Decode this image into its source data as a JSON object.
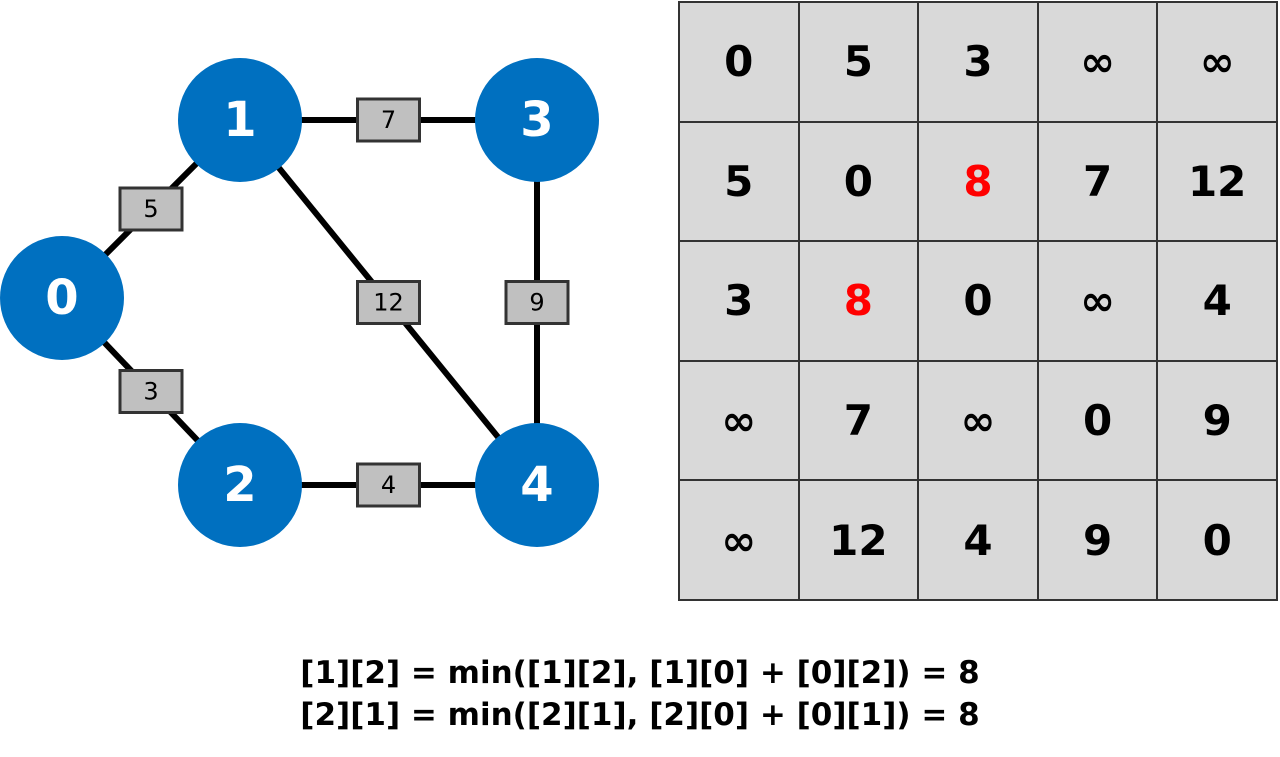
{
  "colors": {
    "node_fill": "#0070c0",
    "edge": "#000000",
    "weight_box_fill": "#c0c0c0",
    "cell_fill": "#d9d9d9",
    "highlight": "#ff0000"
  },
  "graph": {
    "nodes": [
      {
        "id": "0",
        "label": "0"
      },
      {
        "id": "1",
        "label": "1"
      },
      {
        "id": "2",
        "label": "2"
      },
      {
        "id": "3",
        "label": "3"
      },
      {
        "id": "4",
        "label": "4"
      }
    ],
    "edges": [
      {
        "from": "0",
        "to": "1",
        "weight": "5"
      },
      {
        "from": "0",
        "to": "2",
        "weight": "3"
      },
      {
        "from": "1",
        "to": "3",
        "weight": "7"
      },
      {
        "from": "1",
        "to": "4",
        "weight": "12"
      },
      {
        "from": "3",
        "to": "4",
        "weight": "9"
      },
      {
        "from": "2",
        "to": "4",
        "weight": "4"
      }
    ]
  },
  "matrix": {
    "rows": [
      [
        "0",
        "5",
        "3",
        "∞",
        "∞"
      ],
      [
        "5",
        "0",
        "8",
        "7",
        "12"
      ],
      [
        "3",
        "8",
        "0",
        "∞",
        "4"
      ],
      [
        "∞",
        "7",
        "∞",
        "0",
        "9"
      ],
      [
        "∞",
        "12",
        "4",
        "9",
        "0"
      ]
    ],
    "highlighted": [
      [
        1,
        2
      ],
      [
        2,
        1
      ]
    ]
  },
  "formulas": {
    "line1": "[1][2] = min([1][2], [1][0] + [0][2]) = 8",
    "line2": "[2][1] = min([2][1], [2][0] + [0][1]) = 8"
  }
}
